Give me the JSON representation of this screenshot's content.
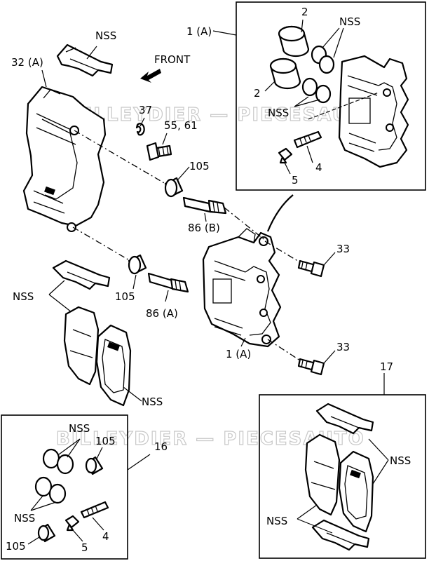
{
  "diagram": {
    "front_label": "FRONT",
    "watermark_text": "BILLEYDIER — PIECESAUTO",
    "callouts": {
      "c1a_top": "1 (A)",
      "c2_top": "2",
      "c2_mid": "2",
      "nss_top_right_a": "NSS",
      "nss_top_right_b": "NSS",
      "c4_top": "4",
      "c5_top": "5",
      "c32a": "32 (A)",
      "nss_top_left": "NSS",
      "c37": "37",
      "c55_61": "55, 61",
      "c105_upper": "105",
      "c86b": "86 (B)",
      "c33_upper": "33",
      "c105_lower": "105",
      "c86a": "86 (A)",
      "c1a_mid": "1 (A)",
      "c33_lower": "33",
      "nss_left": "NSS",
      "nss_pads": "NSS",
      "c17": "17",
      "nss_br_a": "NSS",
      "nss_br_b": "NSS",
      "c16": "16",
      "nss_bl_a": "NSS",
      "nss_bl_b": "NSS",
      "c105_bl_a": "105",
      "c105_bl_b": "105",
      "c4_bl": "4",
      "c5_bl": "5"
    }
  }
}
